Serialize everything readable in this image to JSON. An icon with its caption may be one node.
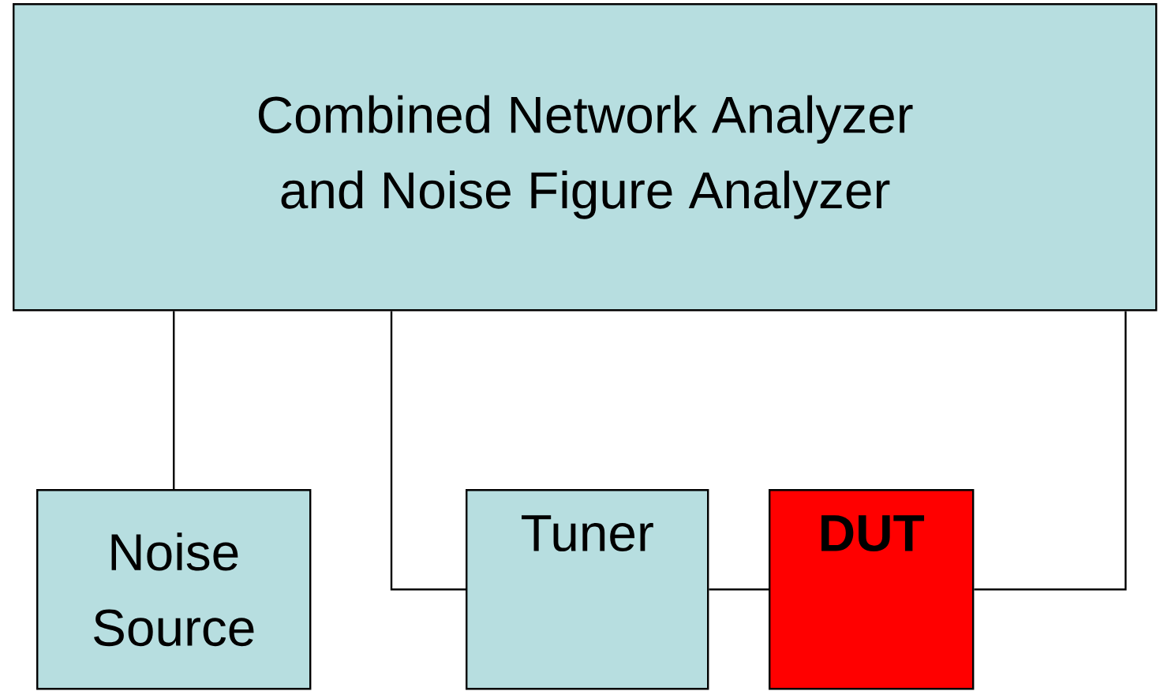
{
  "diagram": {
    "nodes": [
      {
        "text": [
          "Combined Network Analyzer and Noise Figure Analyzer"
        ]
      },
      {
        "text": [
          "Noise Source"
        ]
      },
      {
        "text": [
          "Tuner"
        ]
      },
      {
        "text": [
          "**DUT**"
        ]
      }
    ],
    "edges": [
      {
        "from": 0,
        "to": 1,
        "arrow": "none"
      },
      {
        "from": 0,
        "to": 2,
        "arrow": "none"
      },
      {
        "from": 2,
        "to": 3,
        "arrow": "none"
      },
      {
        "from": 3,
        "to": 0,
        "arrow": "none"
      }
    ]
  }
}
